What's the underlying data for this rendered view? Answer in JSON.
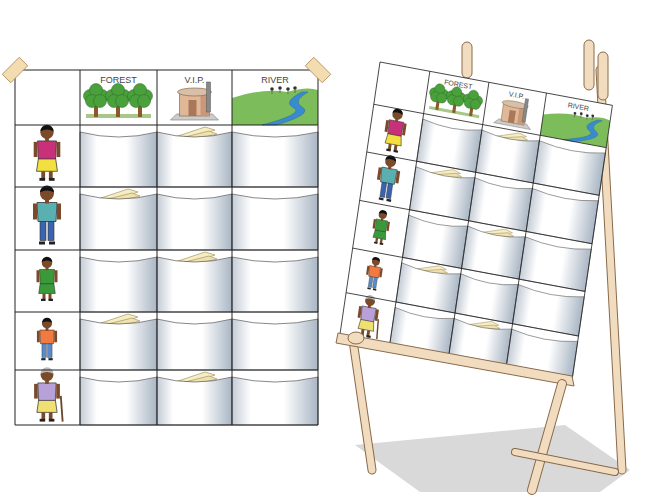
{
  "diagram": {
    "labels": [
      "FOREST",
      "V.I.P.",
      "RIVER",
      "FOREST",
      "V.I.P.",
      "RIVER"
    ]
  }
}
